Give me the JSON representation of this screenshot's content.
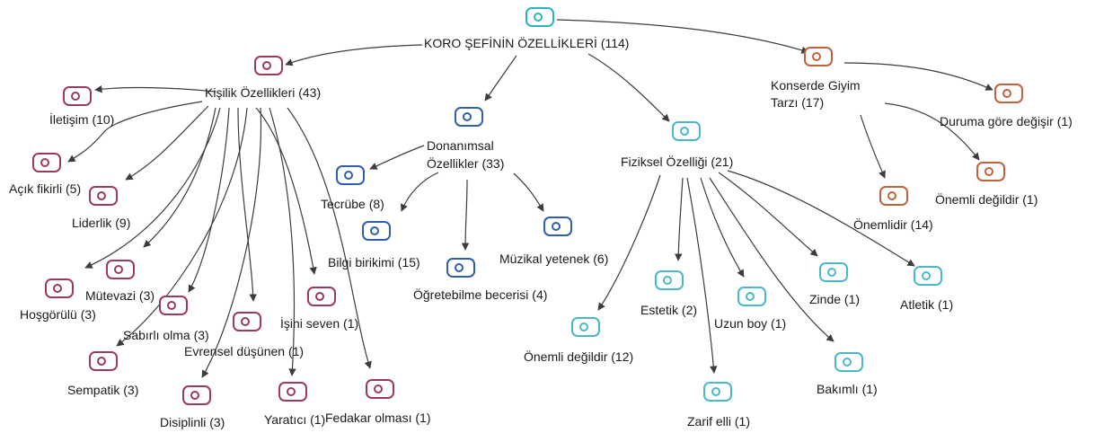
{
  "colors": {
    "root": "#2ab5be",
    "kisilik": "#9b3a5d",
    "donanim": "#2f5fae",
    "fiziksel": "#4ab8c6",
    "giyim": "#c0623a",
    "edge": "#3c3c3c"
  },
  "root": {
    "label": "KORO ŞEFİNİN ÖZELLİKLERİ (114)"
  },
  "branches": {
    "kisilik": {
      "label": "Kişilik Özellikleri (43)",
      "leaves": [
        "İletişim (10)",
        "Açık fikirli (5)",
        "Liderlik (9)",
        "Mütevazi (3)",
        "Hoşgörülü (3)",
        "Sabırlı olma (3)",
        "Evrensel düşünen (1)",
        "İşini seven (1)",
        "Sempatik (3)",
        "Disiplinli (3)",
        "Yaratıcı (1)",
        "Fedakar olması (1)"
      ]
    },
    "donanim": {
      "label_line1": "Donanımsal",
      "label_line2": "Özellikler (33)",
      "leaves": [
        "Tecrübe (8)",
        "Bilgi birikimi (15)",
        "Öğretebilme becerisi (4)",
        "Müzikal yetenek (6)"
      ]
    },
    "fiziksel": {
      "label": "Fiziksel Özelliği (21)",
      "leaves": [
        "Önemli değildir  (12)",
        "Estetik (2)",
        "Zarif elli (1)",
        "Uzun boy (1)",
        "Bakımlı (1)",
        "Zinde (1)",
        "Atletik (1)"
      ]
    },
    "giyim": {
      "label_line1": "Konserde Giyim",
      "label_line2": "Tarzı (17)",
      "leaves": [
        "Duruma göre değişir (1)",
        "Önemli değildir (1)",
        "Önemlidir (14)"
      ]
    }
  }
}
